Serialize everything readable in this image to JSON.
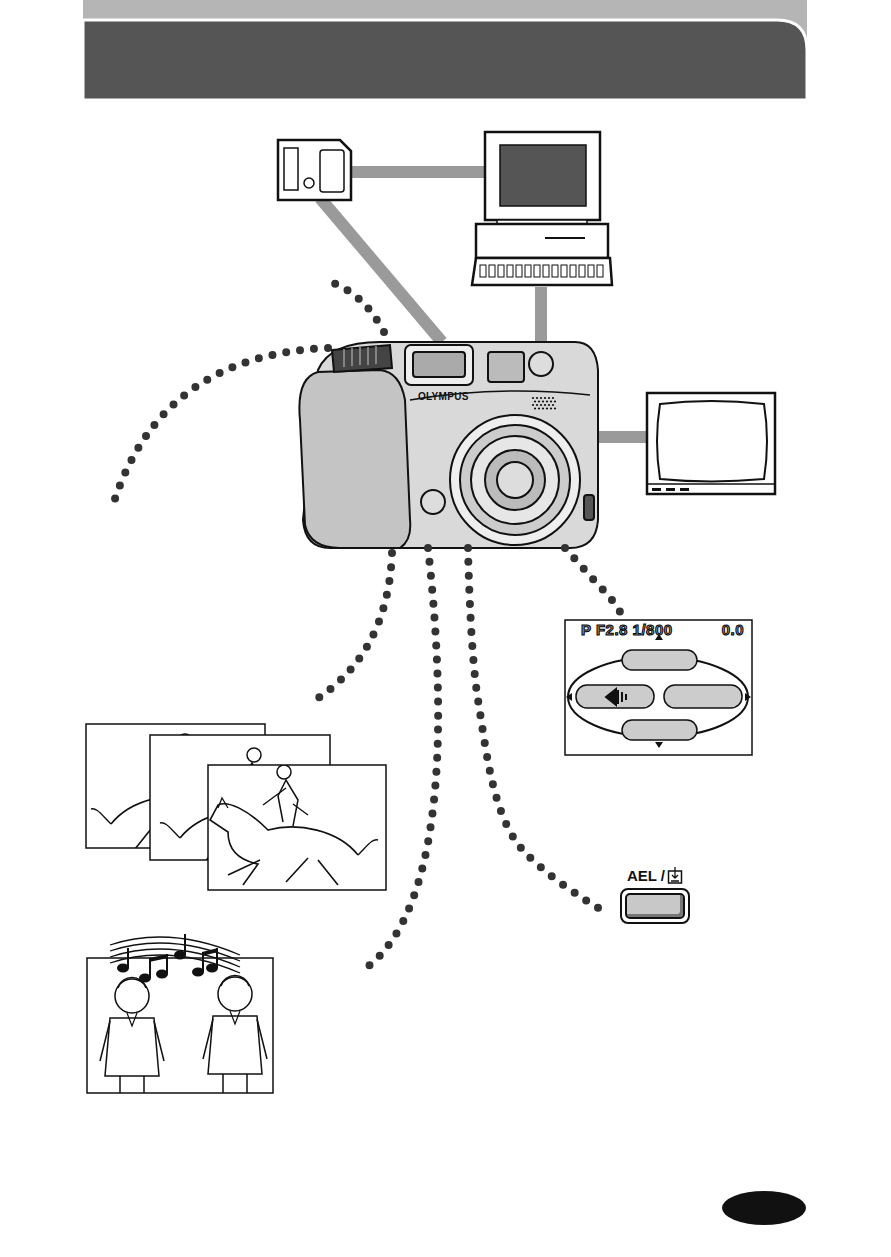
{
  "diagram": {
    "nodes": [
      {
        "text": [
          "OLYMPUS"
        ]
      },
      {
        "text": [
          "P F2.8 1/800",
          "0.0"
        ]
      },
      {
        "text": [
          "AEL /"
        ]
      }
    ],
    "edges": [
      {
        "from": 0,
        "to": 1,
        "arrow": "none"
      },
      {
        "from": 0,
        "to": 2,
        "arrow": "none"
      }
    ]
  }
}
